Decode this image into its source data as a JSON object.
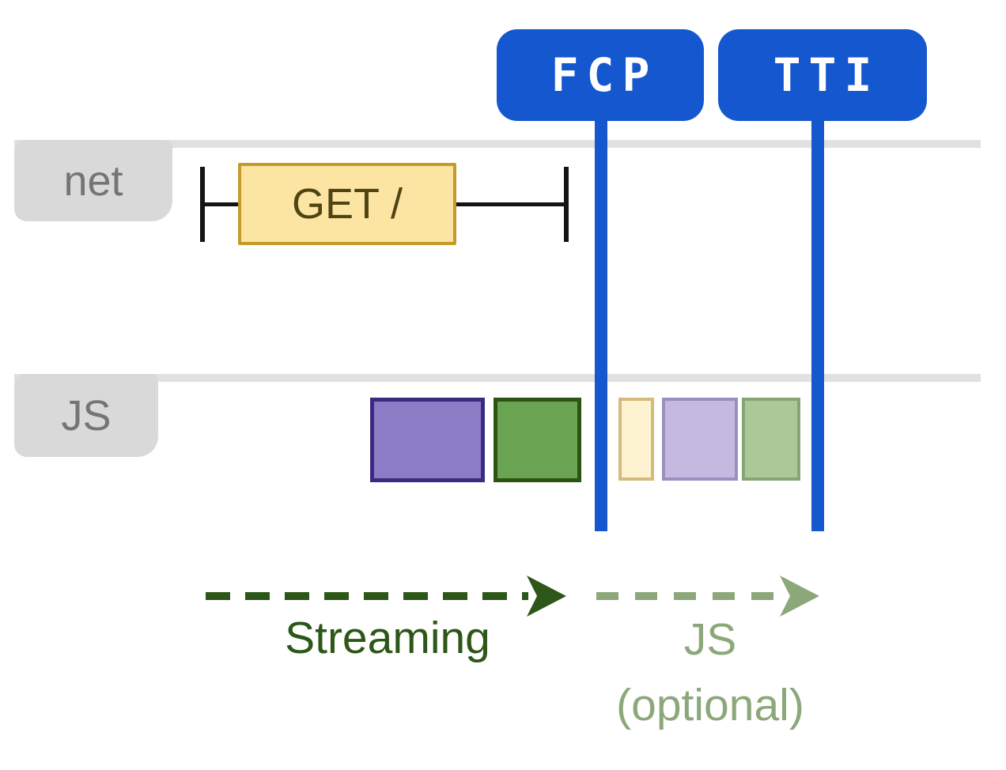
{
  "markers": [
    {
      "label": "FCP"
    },
    {
      "label": "TTI"
    }
  ],
  "lanes": [
    {
      "label": "net"
    },
    {
      "label": "JS"
    }
  ],
  "request": {
    "label": "GET /",
    "fill": "#fce5a3",
    "border": "#c49b2a",
    "text_color": "#4f4513"
  },
  "js_blocks": [
    {
      "name": "js-chunk-purple",
      "fill": "#8b7dc5",
      "border": "#3a2a80"
    },
    {
      "name": "js-chunk-green",
      "fill": "#6aa452",
      "border": "#2b5314"
    },
    {
      "name": "js-chunk-pale-yellow",
      "fill": "#fdf3d0",
      "border": "#d6ba79"
    },
    {
      "name": "js-chunk-pale-purple",
      "fill": "#c6b9e1",
      "border": "#9b8ec1"
    },
    {
      "name": "js-chunk-pale-green",
      "fill": "#aac997",
      "border": "#86a575"
    }
  ],
  "arrows": [
    {
      "label": "Streaming",
      "color": "#2d5719"
    },
    {
      "label": "JS",
      "sublabel": "(optional)",
      "color": "#8ca87b"
    }
  ],
  "colors": {
    "marker_blue": "#1457cf",
    "lane_line": "#e1e1e1",
    "lane_tag_bg": "#d9d9d9",
    "lane_tag_text": "#757575",
    "tick_black": "#141414"
  }
}
